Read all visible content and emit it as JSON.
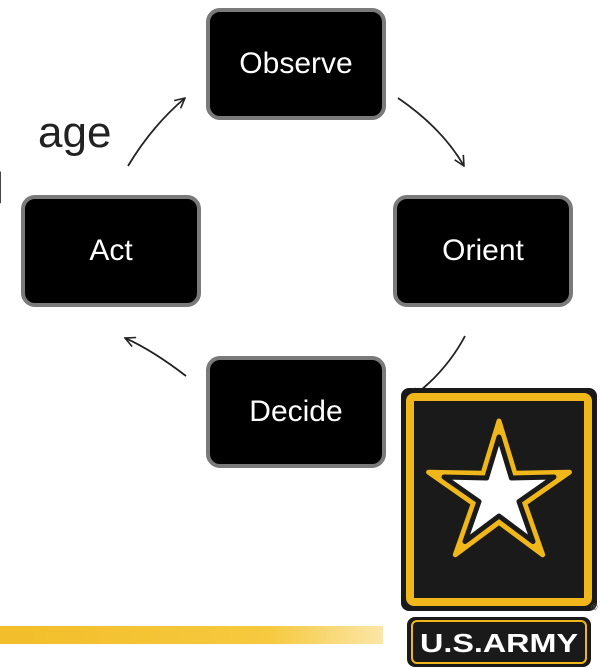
{
  "background_text": {
    "partial_word": "age",
    "partial_letter": "l"
  },
  "cycle": {
    "nodes": [
      {
        "id": "observe",
        "label": "Observe"
      },
      {
        "id": "orient",
        "label": "Orient"
      },
      {
        "id": "decide",
        "label": "Decide"
      },
      {
        "id": "act",
        "label": "Act"
      }
    ],
    "edges": [
      {
        "from": "observe",
        "to": "orient"
      },
      {
        "from": "orient",
        "to": "decide"
      },
      {
        "from": "decide",
        "to": "act"
      },
      {
        "from": "act",
        "to": "observe"
      }
    ]
  },
  "logo": {
    "text": "U.S.ARMY",
    "registered_mark": "®",
    "icon": "army-star-icon"
  },
  "colors": {
    "node_fill": "#000000",
    "node_border": "#7a7a7a",
    "node_text": "#ffffff",
    "accent_gold": "#f2be2a"
  }
}
